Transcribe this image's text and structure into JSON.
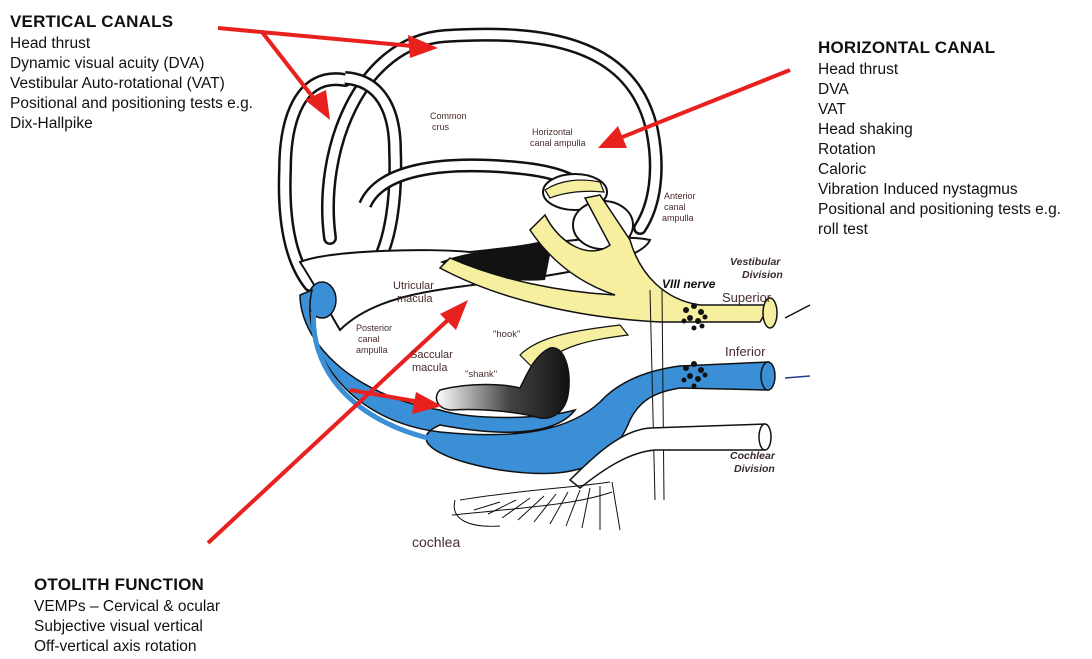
{
  "panels": {
    "vertical_canals": {
      "title": "VERTICAL CANALS",
      "items": [
        "Head thrust",
        "Dynamic visual acuity (DVA)",
        "Vestibular Auto-rotational (VAT)",
        "Positional and positioning tests e.g.",
        "Dix-Hallpike"
      ]
    },
    "horizontal_canal": {
      "title": "HORIZONTAL CANAL",
      "items": [
        "Head thrust",
        "DVA",
        "VAT",
        "Head shaking",
        "Rotation",
        "Caloric",
        "Vibration Induced nystagmus",
        "Positional and positioning tests e.g.",
        "roll test"
      ]
    },
    "otolith_function": {
      "title": "OTOLITH FUNCTION",
      "items": [
        "VEMPs – Cervical & ocular",
        "Subjective visual vertical",
        "Off-vertical axis rotation"
      ]
    }
  },
  "labels": {
    "common_crus": [
      "Common",
      "crus"
    ],
    "horizontal_ampulla": [
      "Horizontal",
      "canal ampulla"
    ],
    "anterior_ampulla": [
      "Anterior",
      "canal",
      "ampulla"
    ],
    "vestibular_division": [
      "Vestibular",
      "Division"
    ],
    "viii_nerve": "VIII nerve",
    "superior": "Superior",
    "utricular_macula": [
      "Utricular",
      "macula"
    ],
    "posterior_ampulla": [
      "Posterior",
      "canal",
      "ampulla"
    ],
    "hook": "\"hook\"",
    "saccular_macula": [
      "Saccular",
      "macula"
    ],
    "shank": "\"shank\"",
    "inferior": "Inferior",
    "cochlear_division": [
      "Cochlear",
      "Division"
    ],
    "cochlea": "cochlea"
  },
  "colors": {
    "arrow": "#e8201e",
    "superior_nerve": "#f6efa0",
    "inferior_nerve": "#3a8fd6",
    "outline": "#111111"
  }
}
